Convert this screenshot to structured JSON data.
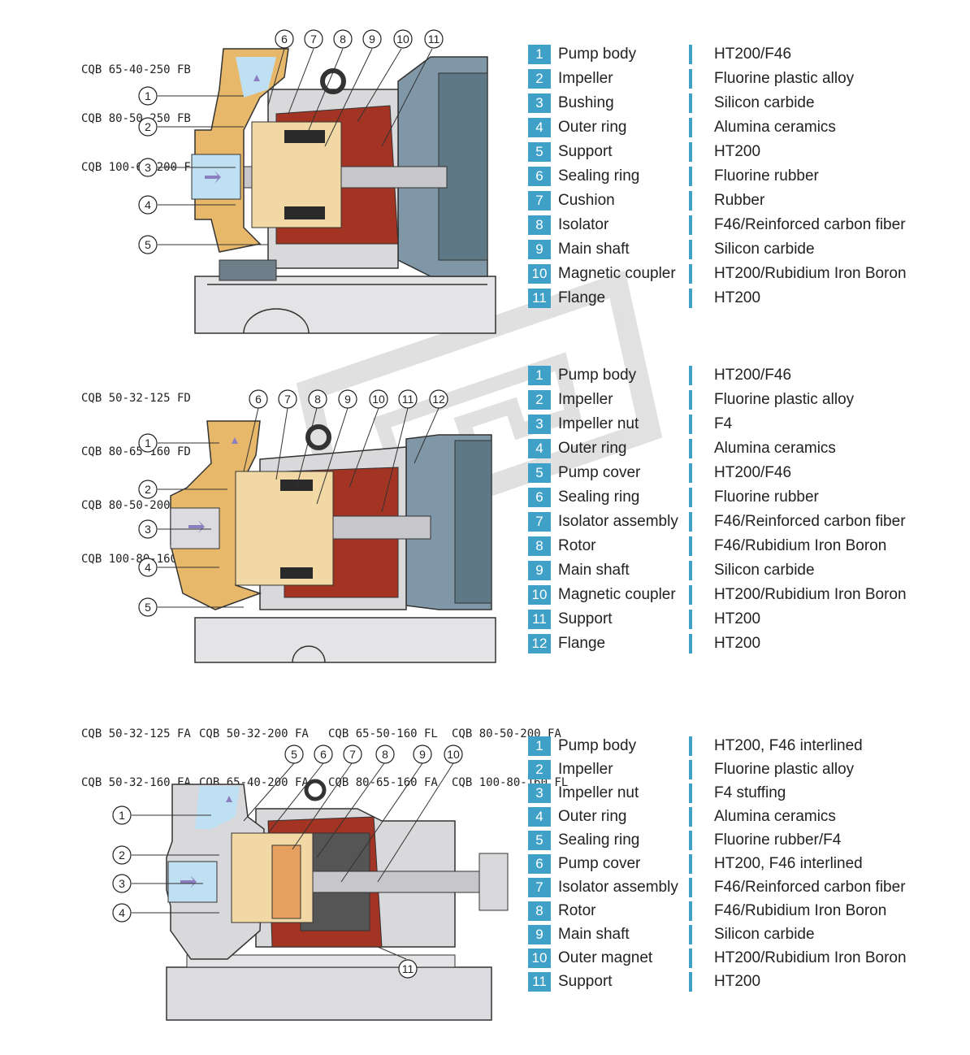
{
  "sections": [
    {
      "models": [
        "CQB 65-40-250 FB",
        "CQB 80-50-250 FB",
        "CQB 100-65-200 FB"
      ],
      "callouts_top": [
        "6",
        "7",
        "8",
        "9",
        "10",
        "11"
      ],
      "callouts_left": [
        "1",
        "2",
        "3",
        "4",
        "5"
      ],
      "parts": [
        {
          "num": "1",
          "name": "Pump body",
          "material": "HT200/F46"
        },
        {
          "num": "2",
          "name": "Impeller",
          "material": "Fluorine plastic alloy"
        },
        {
          "num": "3",
          "name": "Bushing",
          "material": "Silicon carbide"
        },
        {
          "num": "4",
          "name": "Outer ring",
          "material": "Alumina ceramics"
        },
        {
          "num": "5",
          "name": "Support",
          "material": "HT200"
        },
        {
          "num": "6",
          "name": "Sealing ring",
          "material": "Fluorine rubber"
        },
        {
          "num": "7",
          "name": "Cushion",
          "material": "Rubber"
        },
        {
          "num": "8",
          "name": "Isolator",
          "material": "F46/Reinforced carbon fiber"
        },
        {
          "num": "9",
          "name": "Main shaft",
          "material": "Silicon carbide"
        },
        {
          "num": "10",
          "name": "Magnetic coupler",
          "material": "HT200/Rubidium Iron Boron"
        },
        {
          "num": "11",
          "name": "Flange",
          "material": "HT200"
        }
      ]
    },
    {
      "models": [
        "CQB 50-32-125 FD",
        "CQB 80-65-160 FD",
        "CQB 80-50-200 FD",
        "CQB 100-80-160 FD"
      ],
      "callouts_top": [
        "6",
        "7",
        "8",
        "9",
        "10",
        "11",
        "12"
      ],
      "callouts_left": [
        "1",
        "2",
        "3",
        "4",
        "5"
      ],
      "parts": [
        {
          "num": "1",
          "name": "Pump body",
          "material": "HT200/F46"
        },
        {
          "num": "2",
          "name": "Impeller",
          "material": "Fluorine plastic alloy"
        },
        {
          "num": "3",
          "name": "Impeller nut",
          "material": "F4"
        },
        {
          "num": "4",
          "name": "Outer ring",
          "material": "Alumina ceramics"
        },
        {
          "num": "5",
          "name": "Pump cover",
          "material": "HT200/F46"
        },
        {
          "num": "6",
          "name": "Sealing ring",
          "material": "Fluorine rubber"
        },
        {
          "num": "7",
          "name": "Isolator assembly",
          "material": "F46/Reinforced carbon fiber"
        },
        {
          "num": "8",
          "name": "Rotor",
          "material": "F46/Rubidium Iron Boron"
        },
        {
          "num": "9",
          "name": "Main shaft",
          "material": "Silicon carbide"
        },
        {
          "num": "10",
          "name": "Magnetic coupler",
          "material": "HT200/Rubidium Iron Boron"
        },
        {
          "num": "11",
          "name": "Support",
          "material": "HT200"
        },
        {
          "num": "12",
          "name": "Flange",
          "material": "HT200"
        }
      ]
    },
    {
      "models": [
        "CQB 50-32-125 FA",
        "CQB 50-32-160 FA",
        "CQB 50-32-200 FA",
        "CQB 65-40-200 FA",
        "CQB 65-50-160 FL",
        "CQB 80-65-160 FA",
        "CQB 80-50-200 FA",
        "CQB 100-80-160 FL"
      ],
      "callouts_top": [
        "5",
        "6",
        "7",
        "8",
        "9",
        "10"
      ],
      "callouts_left": [
        "1",
        "2",
        "3",
        "4"
      ],
      "callout_bottom": "11",
      "parts": [
        {
          "num": "1",
          "name": "Pump body",
          "material": "HT200, F46 interlined"
        },
        {
          "num": "2",
          "name": "Impeller",
          "material": "Fluorine plastic alloy"
        },
        {
          "num": "3",
          "name": "Impeller nut",
          "material": "F4 stuffing"
        },
        {
          "num": "4",
          "name": "Outer ring",
          "material": "Alumina ceramics"
        },
        {
          "num": "5",
          "name": "Sealing ring",
          "material": "Fluorine rubber/F4"
        },
        {
          "num": "6",
          "name": "Pump cover",
          "material": "HT200, F46 interlined"
        },
        {
          "num": "7",
          "name": "Isolator assembly",
          "material": "F46/Reinforced carbon fiber"
        },
        {
          "num": "8",
          "name": "Rotor",
          "material": "F46/Rubidium Iron Boron"
        },
        {
          "num": "9",
          "name": "Main shaft",
          "material": "Silicon carbide"
        },
        {
          "num": "10",
          "name": "Outer magnet",
          "material": "HT200/Rubidium Iron Boron"
        },
        {
          "num": "11",
          "name": "Support",
          "material": "HT200"
        }
      ]
    }
  ],
  "colors": {
    "accent": "#3fa0c8",
    "housing": "#d9d9dc",
    "liner": "#e8b86a",
    "motor": "#a33322",
    "flange": "#7f97a6",
    "flow": "#bfe0f2"
  }
}
